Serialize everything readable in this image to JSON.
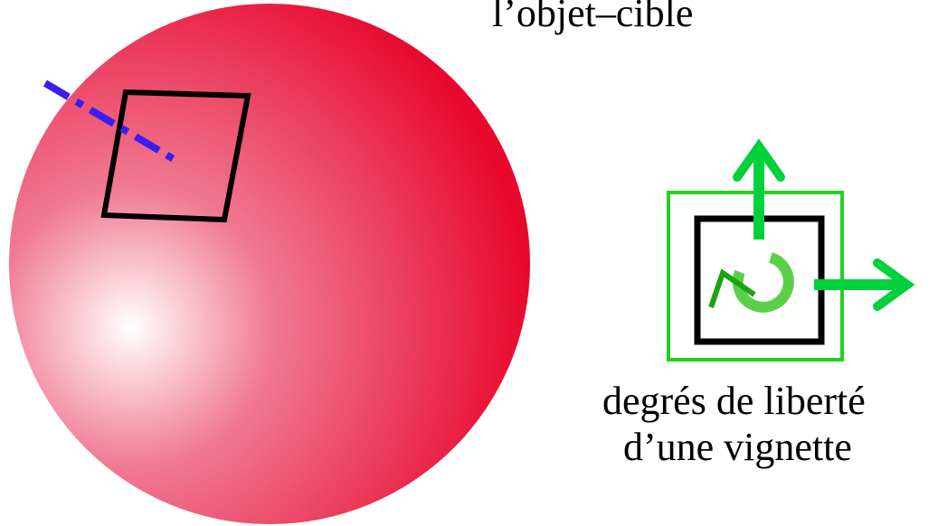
{
  "labels": {
    "target_object": "l’objet–cible",
    "dof_line1": "degrés de liberté",
    "dof_line2": "d’une vignette"
  },
  "colors": {
    "sphere_edge": "#e8082e",
    "sphere_highlight": "#ffffff",
    "tile_outline": "#000000",
    "normal_dash": "#3a1ef0",
    "arrow_bright": "#00d13a",
    "rotation_light": "#5ccf4a",
    "rotation_dark": "#1aa512",
    "frame_green": "#22d022"
  },
  "icons": {
    "translate_x": "arrow-right-icon",
    "translate_y": "arrow-up-icon",
    "rotate": "rotation-arrow-icon"
  }
}
